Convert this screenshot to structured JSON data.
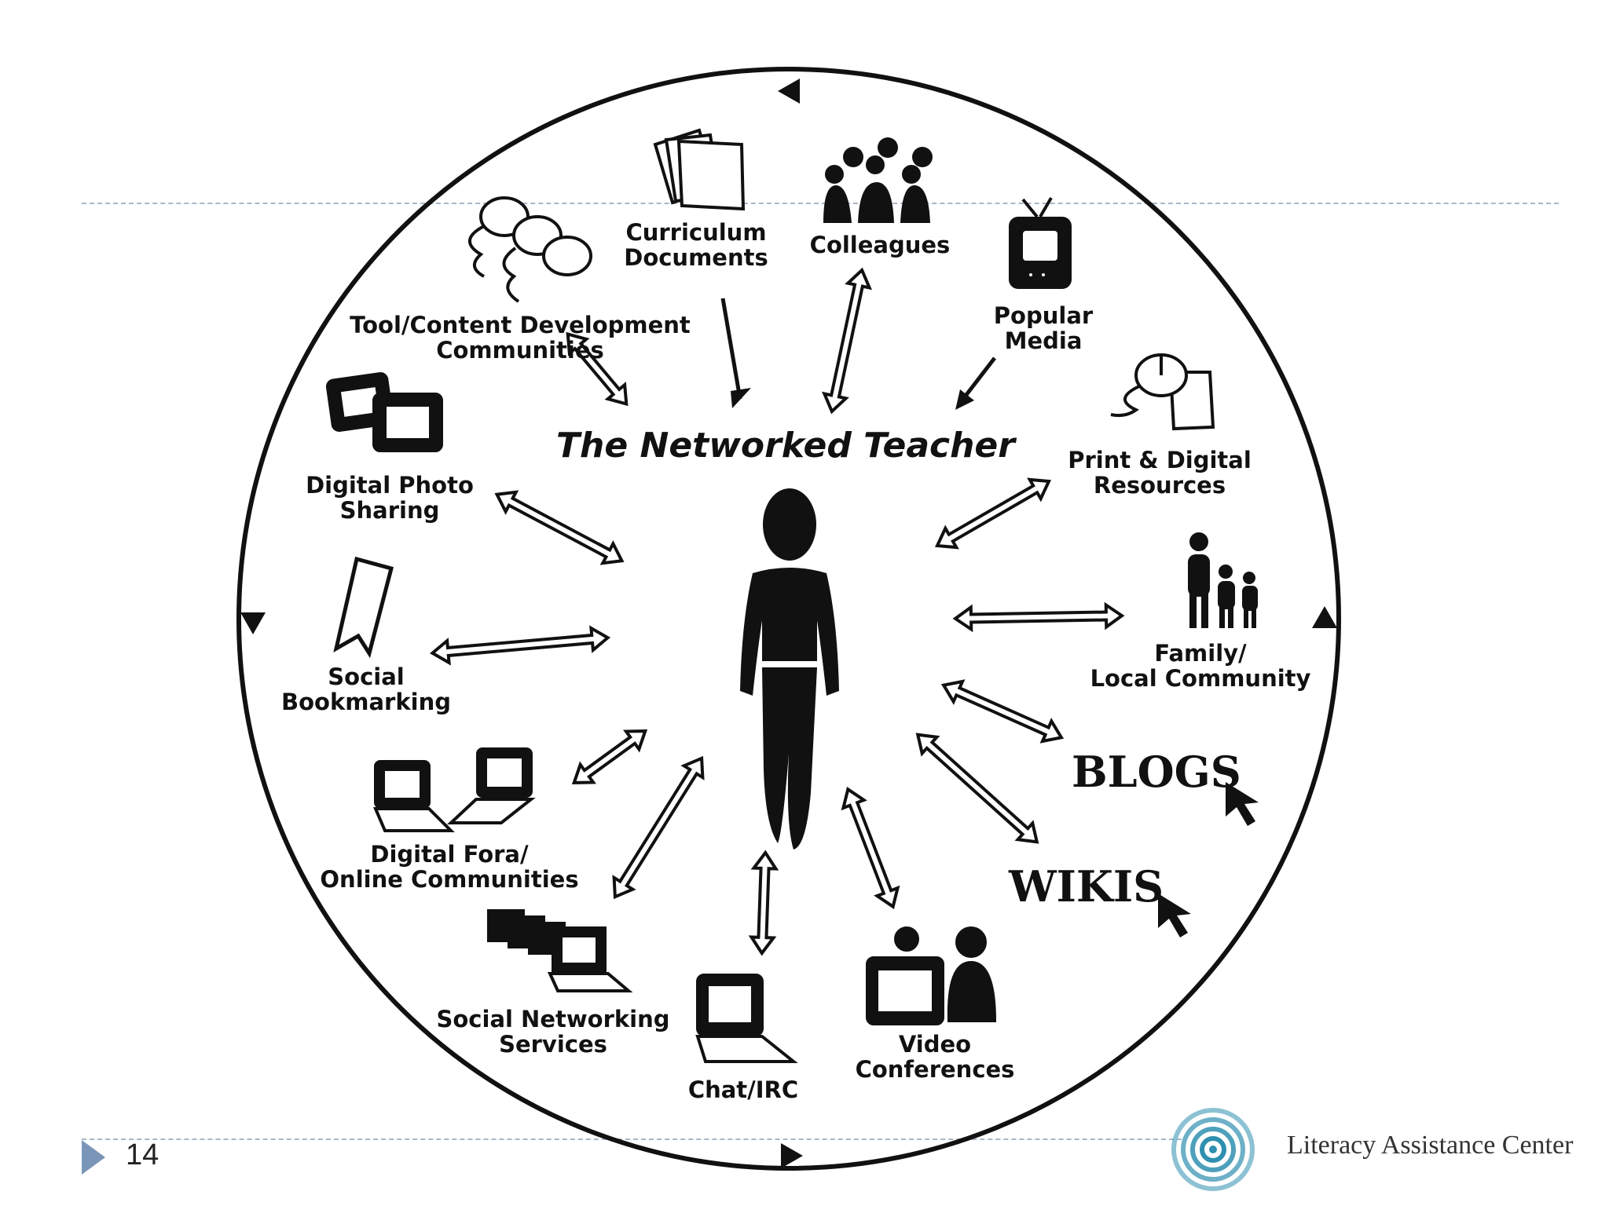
{
  "slide": {
    "number": "14"
  },
  "center_title": "The Networked Teacher",
  "nodes": {
    "curriculum": [
      "Curriculum",
      "Documents"
    ],
    "colleagues": [
      "Colleagues"
    ],
    "popular_media": [
      "Popular",
      "Media"
    ],
    "print_digital": [
      "Print & Digital",
      "Resources"
    ],
    "family": [
      "Family/",
      "Local Community"
    ],
    "blogs": "BLOGS",
    "wikis": "WIKIS",
    "video": [
      "Video",
      "Conferences"
    ],
    "chat": [
      "Chat/IRC"
    ],
    "social_networking": [
      "Social Networking",
      "Services"
    ],
    "digital_fora": [
      "Digital Fora/",
      "Online Communities"
    ],
    "social_bookmarking": [
      "Social",
      "Bookmarking"
    ],
    "digital_photo": [
      "Digital Photo",
      "Sharing"
    ],
    "tool_content": [
      "Tool/Content Development",
      "Communities"
    ]
  },
  "logo": {
    "text": "Literacy Assistance Center"
  },
  "colors": {
    "ink": "#111111",
    "dash": "#a9b7c6",
    "slide_marker": "#7a95b8",
    "logo_ring": "#2f8fb0"
  }
}
